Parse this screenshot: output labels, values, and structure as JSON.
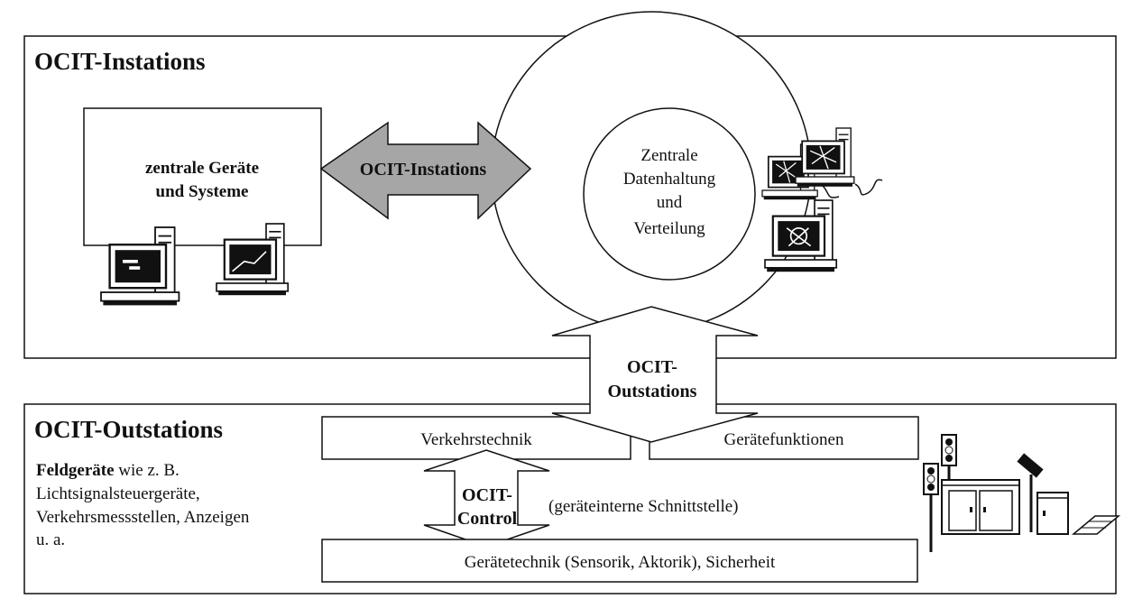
{
  "instations": {
    "title": "OCIT-Instations",
    "central_box": {
      "line1": "zentrale Geräte",
      "line2": "und Systeme"
    },
    "arrow_label": "OCIT-Instations",
    "circle_text": {
      "line1": "Zentrale",
      "line2": "Datenhaltung",
      "line3": "und",
      "line4": "Verteilung"
    }
  },
  "outstations_arrow": {
    "line1": "OCIT-",
    "line2": "Outstations"
  },
  "outstations": {
    "title": "OCIT-Outstations",
    "description": {
      "bold_word": "Feldgeräte",
      "rest": " wie z. B.",
      "line2": "Lichtsignalsteuergeräte,",
      "line3": "Verkehrsmessstellen, Anzeigen",
      "line4": "u. a."
    },
    "verkehrstechnik": "Verkehrstechnik",
    "geraetefunktionen": "Gerätefunktionen",
    "control_arrow": {
      "line1": "OCIT-",
      "line2": "Control"
    },
    "control_note": "(geräteinterne Schnittstelle)",
    "bottom_box": "Gerätetechnik (Sensorik, Aktorik), Sicherheit"
  },
  "colors": {
    "border": "#111111",
    "arrow_grey": "#a6a6a6",
    "background": "#ffffff"
  },
  "icons": [
    "computer-icon",
    "traffic-light-icon",
    "cabinet-icon",
    "camera-icon"
  ]
}
